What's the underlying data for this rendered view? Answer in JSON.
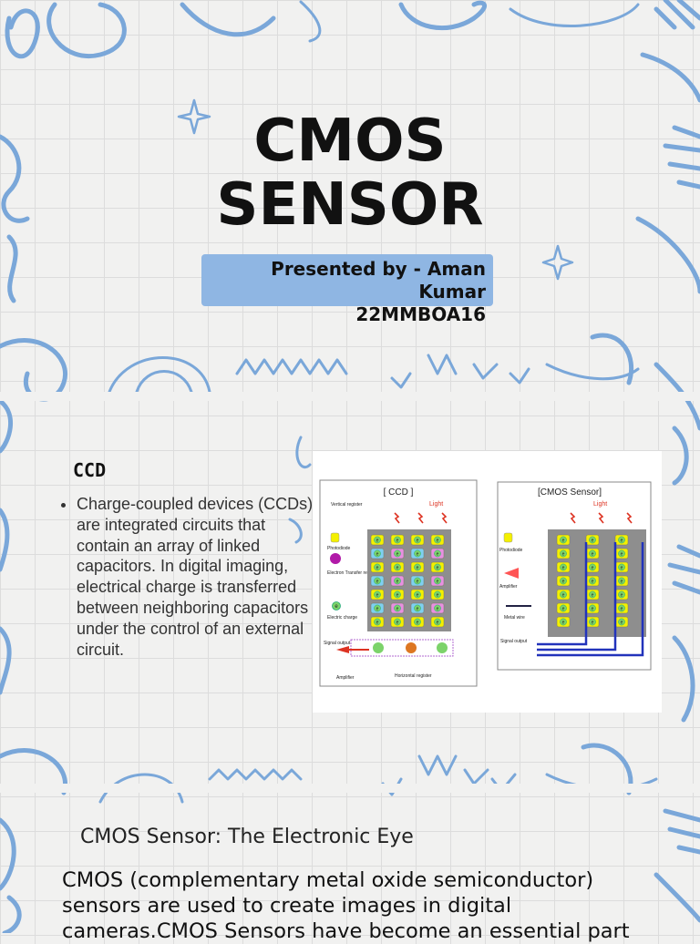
{
  "slide1": {
    "title_line1": "CMOS",
    "title_line2": "SENSOR",
    "presenter_line1": "Presented by - Aman Kumar",
    "presenter_line2": "22MMBOA16"
  },
  "slide2": {
    "heading": "CCD",
    "bullets": [
      "Charge-coupled devices (CCDs) are integrated circuits that contain an array of linked capacitors. In digital imaging, electrical charge is transferred between neighboring capacitors under the control of an external circuit."
    ],
    "diagram": {
      "ccd_title": "[ CCD ]",
      "cmos_title": "[CMOS Sensor]",
      "light_label": "Light",
      "legend_ccd": [
        "Vertical register",
        "Photodiode",
        "Electron Transfer register",
        "Electric charge"
      ],
      "legend_cmos": [
        "Photodiode",
        "Amplifier",
        "Metal wire"
      ],
      "signal_output": "Signal output",
      "amplifier": "Amplifier",
      "horizontal_register": "Horizontal register",
      "charge_symbol": "e"
    }
  },
  "slide3": {
    "subtitle": "CMOS Sensor: The Electronic Eye",
    "paragraph": "CMOS (complementary metal oxide semiconductor) sensors are used to create images in digital cameras.CMOS Sensors have become an essential part"
  },
  "colors": {
    "accent": "#8fb6e3",
    "doodle": "#7aa7d9",
    "background": "#f1f1f0"
  }
}
